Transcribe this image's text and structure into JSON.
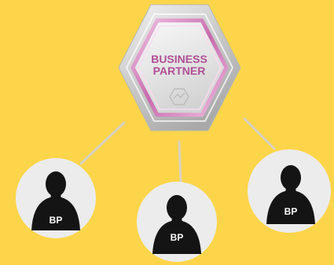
{
  "badge": {
    "line1": "BUSINESS",
    "line2": "PARTNER"
  },
  "partners": [
    {
      "label": "BP"
    },
    {
      "label": "BP"
    },
    {
      "label": "BP"
    }
  ],
  "colors": {
    "background": "#fcd54a",
    "connector": "#d9d2c4",
    "circle": "#ececec",
    "person": "#141414",
    "badge_text": "#b04f95"
  },
  "icons": {
    "badge": "hexagon-badge-icon",
    "partner": "person-silhouette-icon"
  }
}
